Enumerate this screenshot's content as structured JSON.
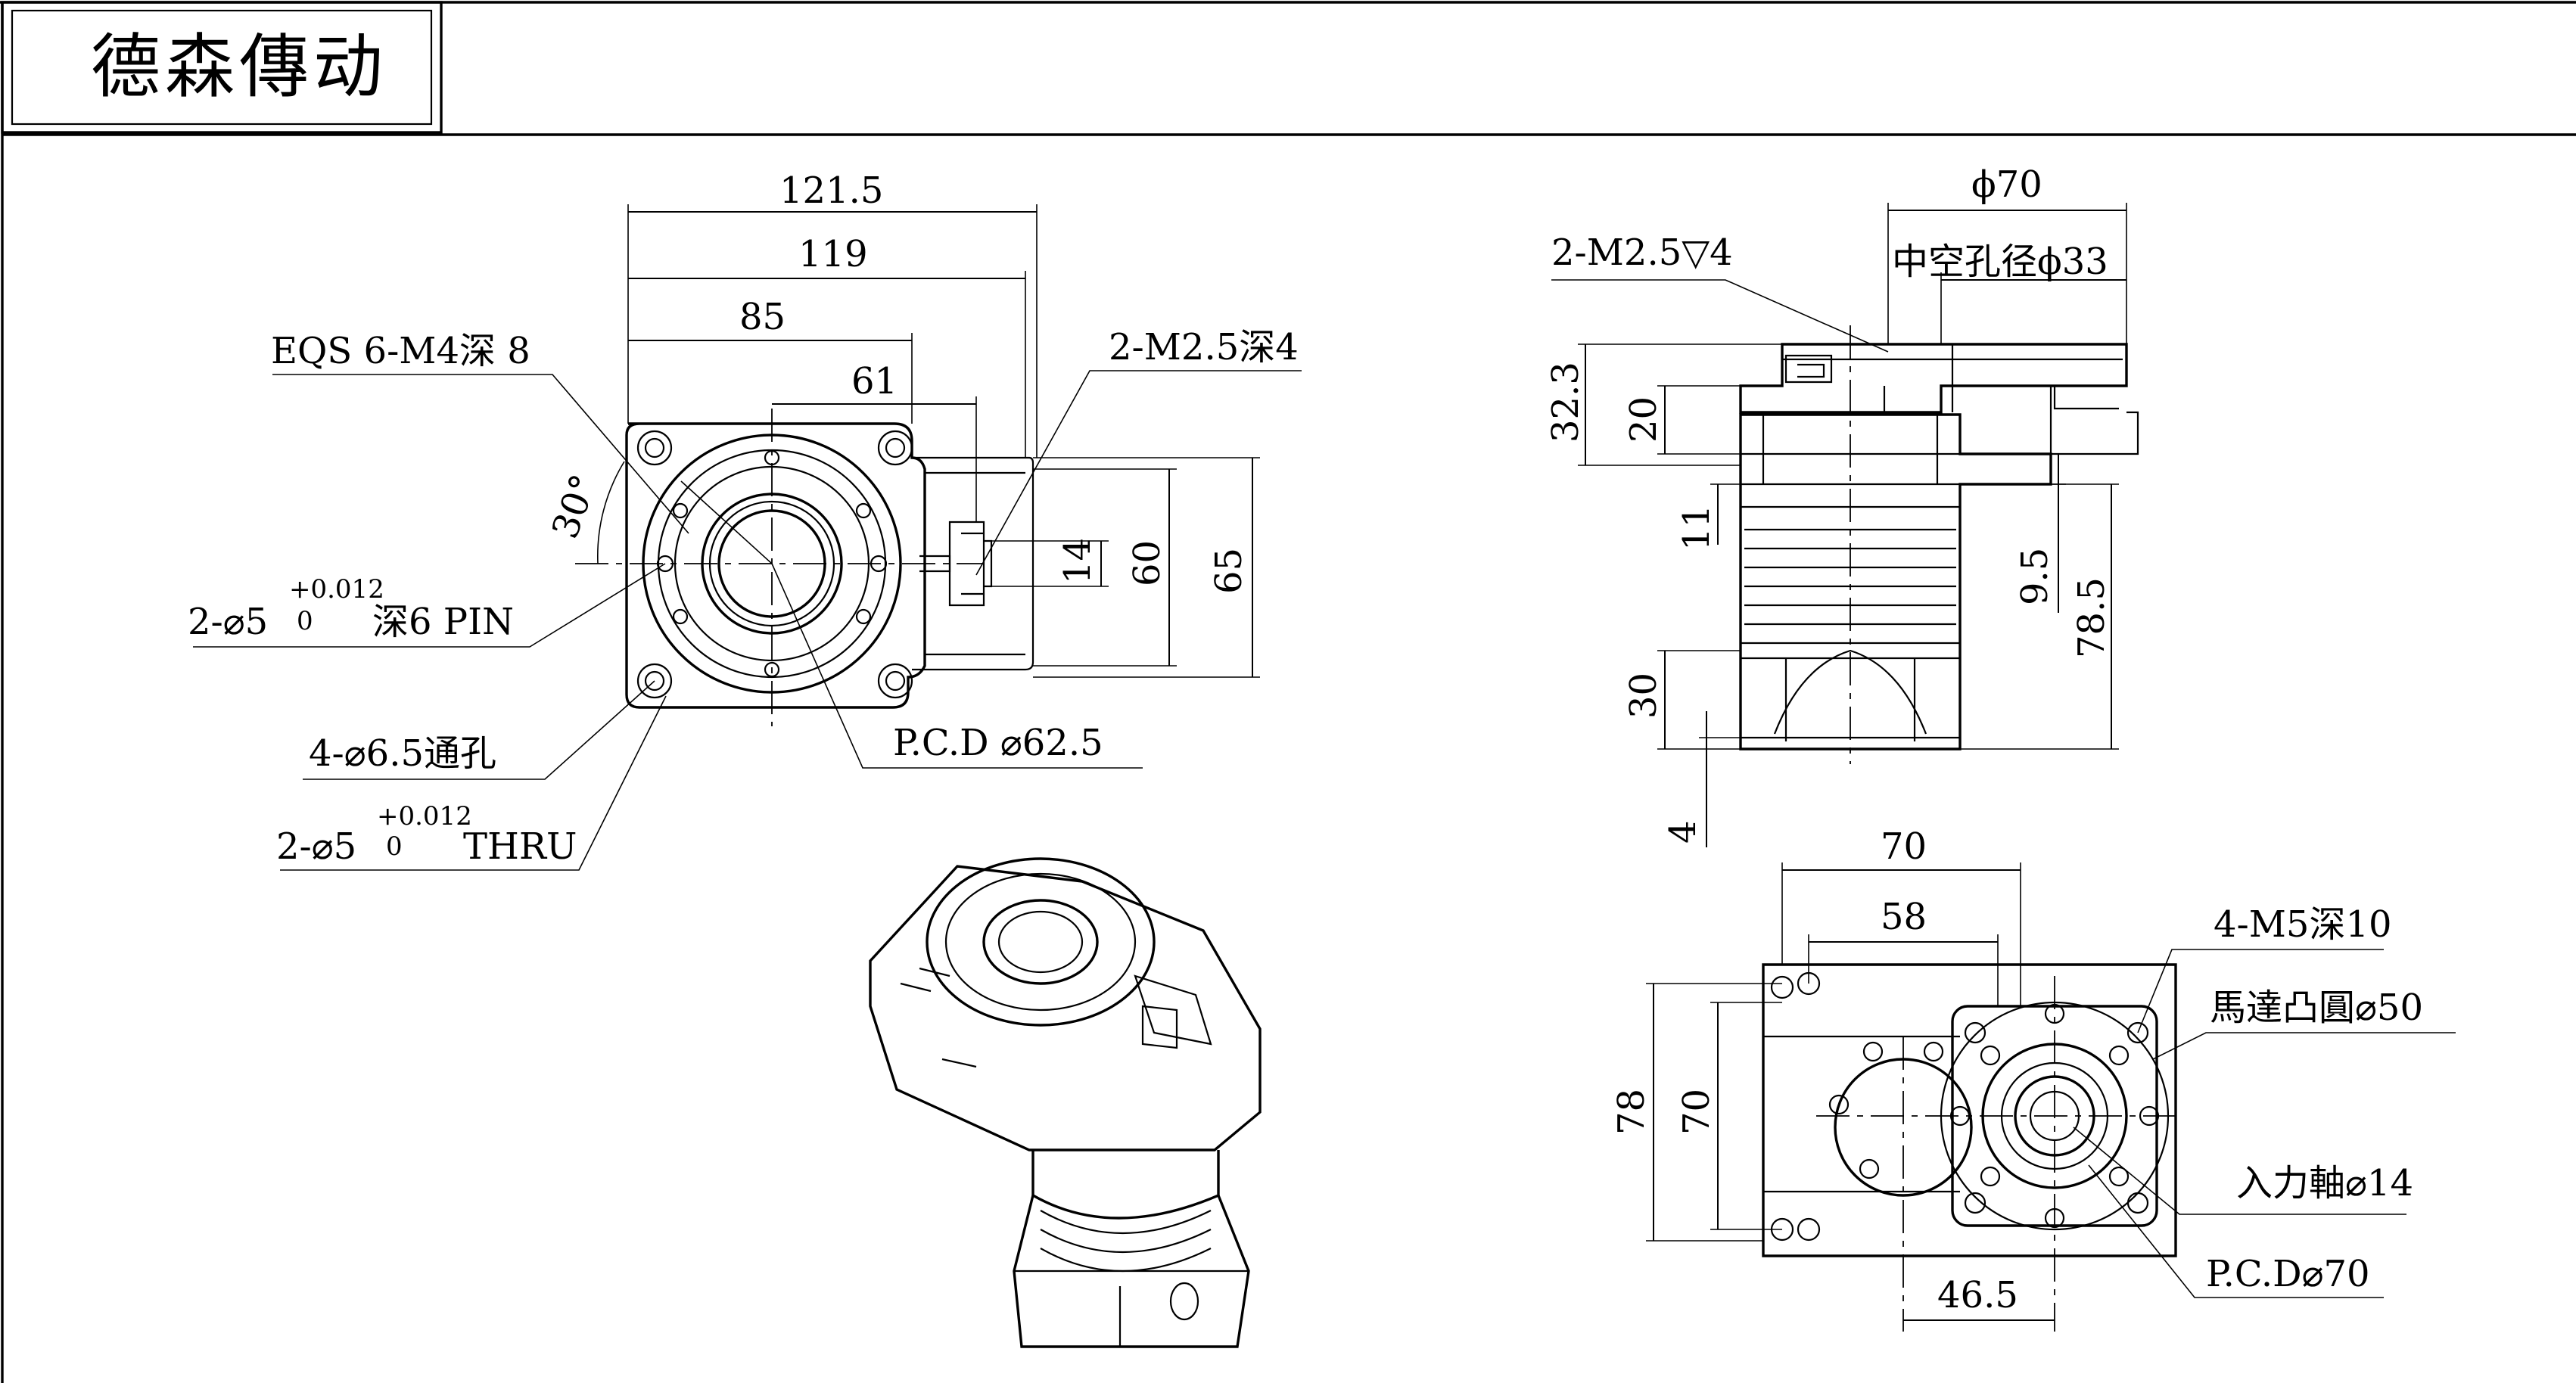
{
  "title_block": {
    "brand": "德森傳动"
  },
  "front_view": {
    "dims": {
      "overall_width": "121.5",
      "body_width": "119",
      "mid_width": "85",
      "center_offset": "61",
      "height_65": "65",
      "height_60": "60",
      "height_14": "14"
    },
    "notes": {
      "eqs_holes": "EQS 6-M4深 8",
      "angle": "30°",
      "side_tap": "2-M2.5深4",
      "pin_prefix": "2-⌀5",
      "pin_tol_upper": "+0.012",
      "pin_tol_lower": "0",
      "pin_suffix": "深6 PIN",
      "through_holes": "4-⌀6.5通孔",
      "thru_prefix": "2-⌀5",
      "thru_tol_upper": "+0.012",
      "thru_tol_lower": "0",
      "thru_suffix": "THRU",
      "pcd": "P.C.D ⌀62.5"
    }
  },
  "side_view": {
    "dims": {
      "flange_dia": "ϕ70",
      "hollow_bore": "中空孔径ϕ33",
      "tap_note": "2-M2.5▽4",
      "h_32_3": "32.3",
      "h_20": "20",
      "h_11": "11",
      "h_9_5": "9.5",
      "h_78_5": "78.5",
      "h_30": "30",
      "h_4": "4"
    }
  },
  "bottom_view": {
    "dims": {
      "width_70": "70",
      "width_58": "58",
      "height_78": "78",
      "height_70": "70",
      "offset_46_5": "46.5"
    },
    "notes": {
      "motor_taps": "4-M5深10",
      "motor_pilot": "馬達凸圓⌀50",
      "input_shaft": "入力軸⌀14",
      "pcd": "P.C.D⌀70"
    }
  }
}
